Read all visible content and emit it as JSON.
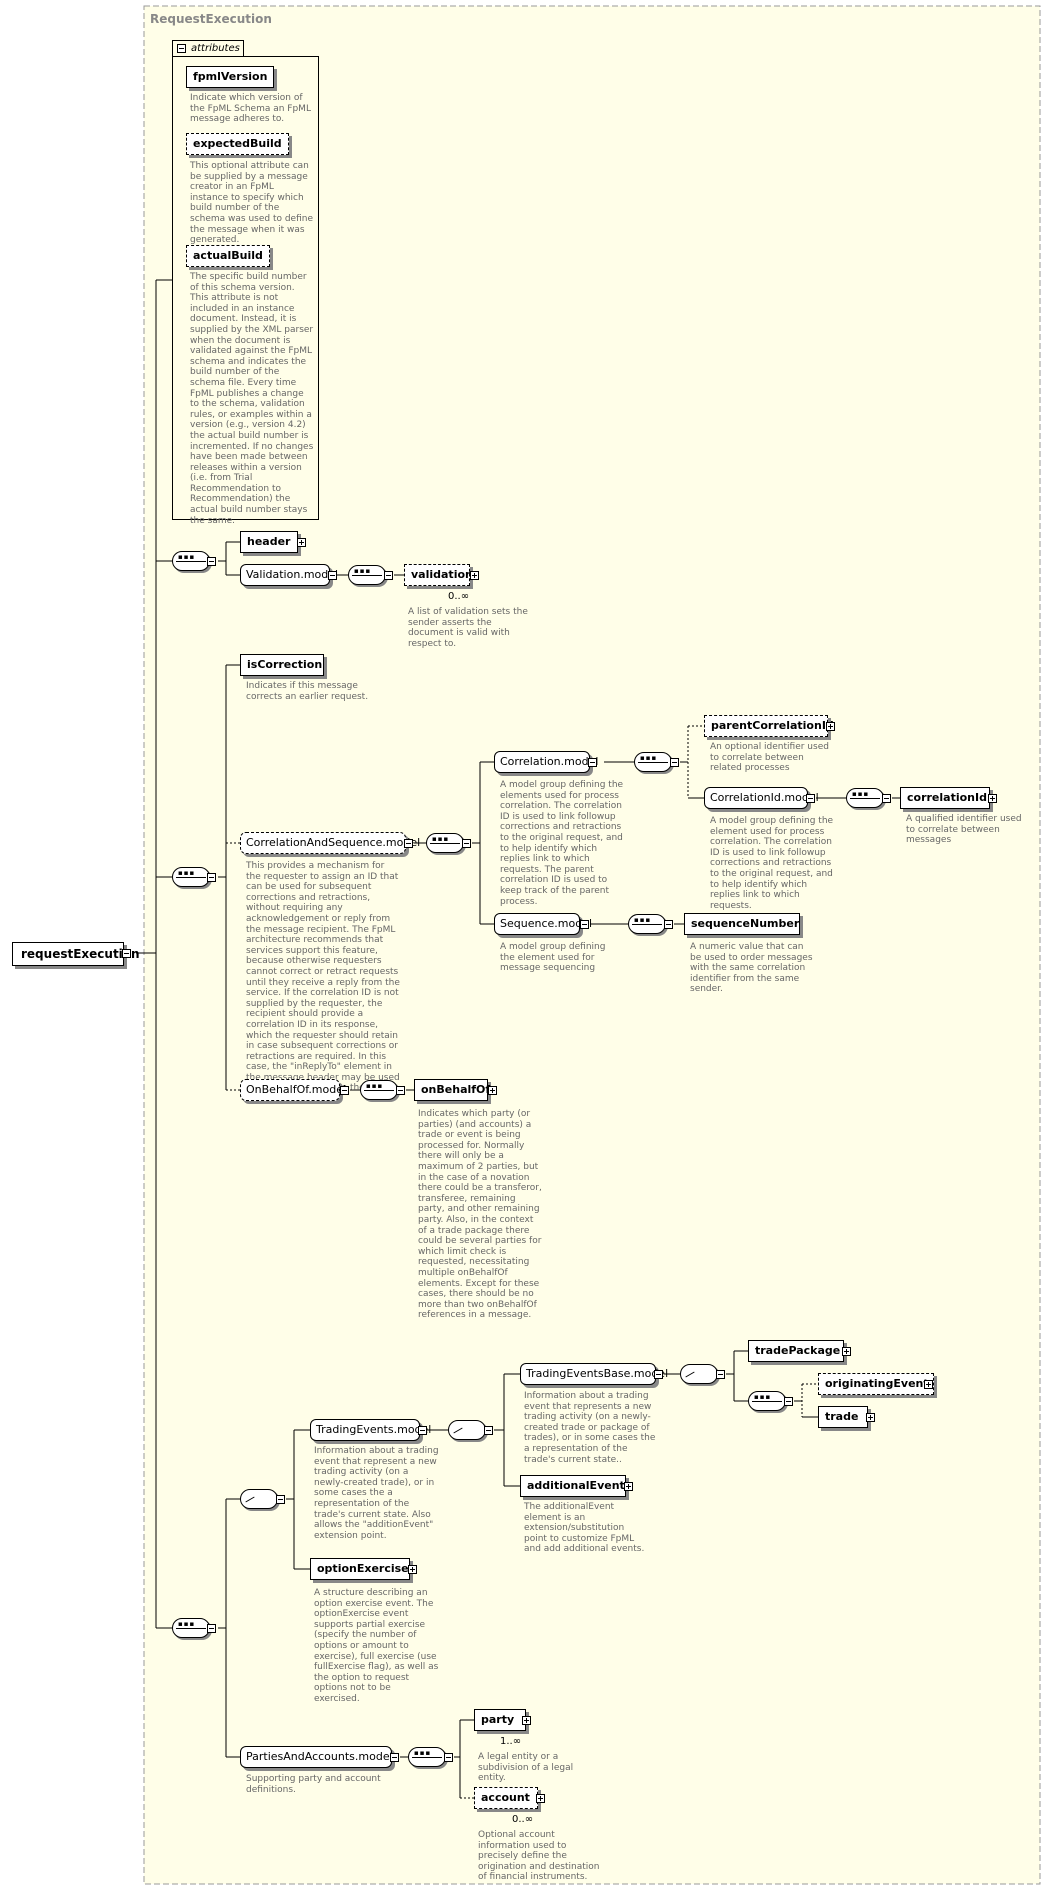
{
  "frame_title": "RequestExecution",
  "root": "requestExecution",
  "attributes_label": "attributes",
  "attributes": [
    {
      "name": "fpmlVersion",
      "doc": "Indicate which version of the FpML Schema an FpML message adheres to."
    },
    {
      "name": "expectedBuild",
      "doc": "This optional attribute can be supplied by a message creator in an FpML instance to specify which build number of the schema was used to define the message when it was generated."
    },
    {
      "name": "actualBuild",
      "doc": "The specific build number of this schema version. This attribute is not included in an instance document. Instead, it is supplied by the XML parser when the document is validated against the FpML schema and indicates the build number of the schema file. Every time FpML publishes a change to the schema, validation rules, or examples within a version (e.g., version 4.2) the actual build number is incremented. If no changes have been made between releases within a version (i.e. from Trial Recommendation to Recommendation) the actual build number stays the same."
    }
  ],
  "nodes": {
    "header": "header",
    "validation_model": "Validation.model",
    "validation": "validation",
    "validation_occ": "0..∞",
    "validation_doc": "A list of validation sets the sender asserts the document is valid with respect to.",
    "isCorrection": "isCorrection",
    "isCorrection_doc": "Indicates if this message corrects an earlier request.",
    "cas_model": "CorrelationAndSequence.model",
    "cas_doc": "This provides a mechanism for the requester to assign an ID that can be used for subsequent corrections and retractions, without requiring any acknowledgement or reply from the message recipient. The FpML architecture recommends that services support this feature, because otherwise requesters cannot correct or retract requests until they receive a reply from the service. If the correlation ID is not supplied by the requester, the recipient should provide a correlation ID in its response, which the requester should retain in case subsequent corrections or retractions are required. In this case, the \"inReplyTo\" element in the message header may be used to link the response to the request.",
    "correlation_model": "Correlation.model",
    "correlation_doc": "A model group defining the elements used for process correlation. The correlation ID is used to link followup corrections and retractions to the original request, and to help identify which replies link to which requests. The parent correlation ID is used to keep track of the parent process.",
    "parentCorrelationId": "parentCorrelationId",
    "parentCorrelationId_doc": "An optional identifier used to correlate between related processes",
    "correlationId_model": "CorrelationId.model",
    "correlationId_model_doc": "A model group defining the element used for process correlation. The correlation ID is used to link followup corrections and retractions to the original request, and to help identify which replies link to which requests.",
    "correlationId": "correlationId",
    "correlationId_doc": "A qualified identifier used to correlate between messages",
    "sequence_model": "Sequence.model",
    "sequence_model_doc": "A model group defining the element used for message sequencing",
    "sequenceNumber": "sequenceNumber",
    "sequenceNumber_doc": "A numeric value that can be used to order messages with the same correlation identifier from the same sender.",
    "onBehalfOf_model": "OnBehalfOf.model",
    "onBehalfOf": "onBehalfOf",
    "onBehalfOf_doc": "Indicates which party (or parties) (and accounts) a trade or event is being processed for. Normally there will only be a maximum of 2 parties, but in the case of a novation there could be a transferor, transferee, remaining party, and other remaining party. Also, in the context of a trade package there could be several parties for which limit check is requested, necessitating multiple onBehalfOf elements. Except for these cases, there should be no more than two onBehalfOf references in a message.",
    "tradingEvents_model": "TradingEvents.model",
    "tradingEvents_doc": "Information about a trading event that represent a new trading activity (on a newly-created trade), or in some cases the a representation of the trade's current state. Also allows the \"additionEvent\" extension point.",
    "tradingEventsBase_model": "TradingEventsBase.model",
    "tradingEventsBase_doc": "Information about a trading event that represents a new trading activity (on a newly-created trade or package of trades), or in some cases the a representation of the trade's current state..",
    "tradePackage": "tradePackage",
    "originatingEvent": "originatingEvent",
    "trade": "trade",
    "additionalEvent": "additionalEvent",
    "additionalEvent_doc": "The additionalEvent element is an extension/substitution point to customize FpML and add additional events.",
    "optionExercise": "optionExercise",
    "optionExercise_doc": "A structure describing an option exercise event. The optionExercise event supports partial exercise (specify the number of options or amount to exercise), full exercise (use fullExercise flag), as well as the option to request options not to be exercised.",
    "partiesAndAccounts_model": "PartiesAndAccounts.model",
    "partiesAndAccounts_doc": "Supporting party and account definitions.",
    "party": "party",
    "party_occ": "1..∞",
    "party_doc": "A legal entity or a subdivision of a legal entity.",
    "account": "account",
    "account_occ": "0..∞",
    "account_doc": "Optional account information used to precisely define the origination and destination of financial instruments."
  }
}
